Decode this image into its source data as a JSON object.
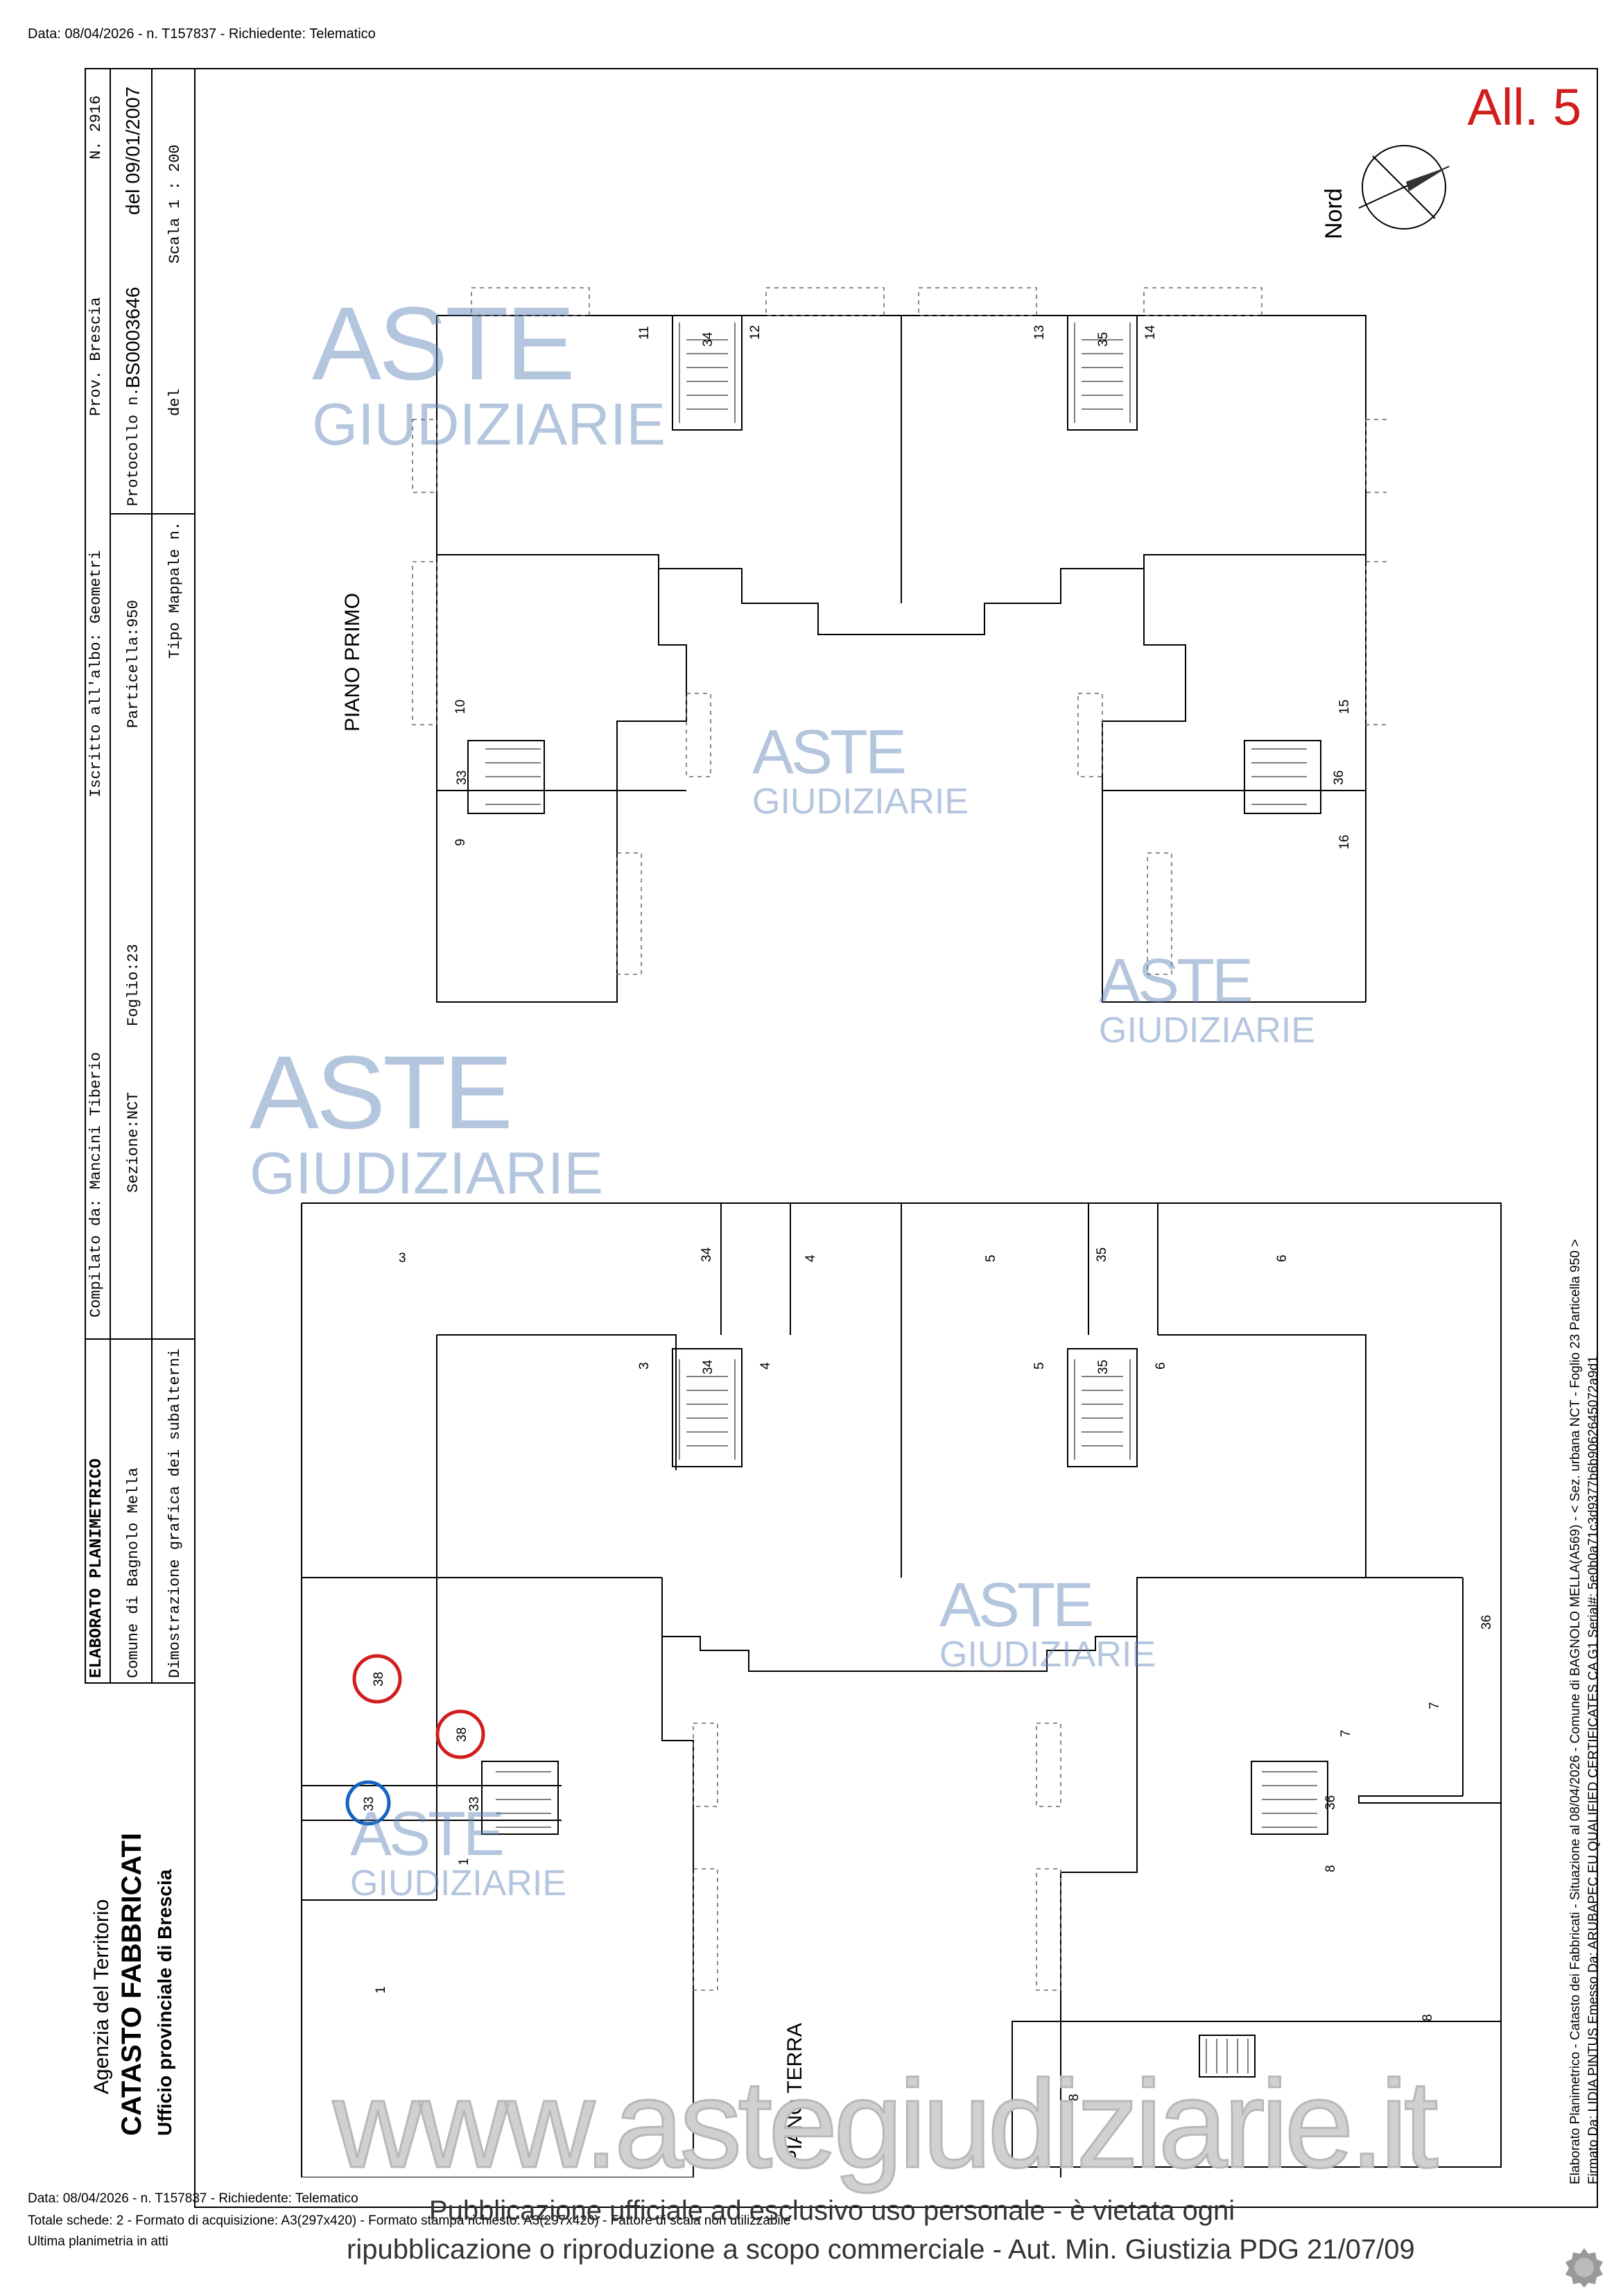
{
  "header_top": "Data: 08/04/2026 - n. T157837 - Richiedente: Telematico",
  "allegato": "All. 5",
  "north_label": "Nord",
  "title_block": {
    "agency": "Agenzia del Territorio",
    "catasto": "CATASTO FABBRICATI",
    "ufficio": "Ufficio provinciale di  Brescia",
    "doc_type": "ELABORATO PLANIMETRICO",
    "compilato": "Compilato da: Mancini Tiberio",
    "iscritto": "Iscritto all'albo: Geometri",
    "prov": "Prov. Brescia",
    "numero": "N.  2916",
    "comune": "Comune di Bagnolo Mella",
    "sezione": "Sezione:NCT",
    "foglio": "Foglio:23",
    "particella": "Particella:950",
    "protocollo": "Protocollo n.",
    "protocollo_num": "BS0003646",
    "protocollo_data": "del 09/01/2007",
    "dimostrazione": "Dimostrazione grafica dei subalterni",
    "tipo_mappale": "Tipo Mappale n.",
    "del": "del",
    "scala": "Scala 1 : 200"
  },
  "floors": {
    "primo": "PIANO PRIMO",
    "terra": "PIANO TERRA"
  },
  "plan_labels": {
    "primo": [
      "11",
      "34",
      "12",
      "13",
      "35",
      "14",
      "10",
      "33",
      "9",
      "15",
      "36",
      "16"
    ],
    "terra": [
      "3",
      "34",
      "4",
      "5",
      "35",
      "6",
      "3",
      "34",
      "4",
      "5",
      "35",
      "6",
      "36",
      "7",
      "7",
      "38",
      "38",
      "33",
      "33",
      "1",
      "1",
      "36",
      "8",
      "8",
      "8"
    ]
  },
  "watermark": {
    "brand": "ASTE",
    "sub": "GIUDIZIARIE",
    "site": "www.astegiudiziarie.it"
  },
  "right_margin": {
    "line1": "Elaborato Planimetrico - Catasto dei Fabbricati - Situazione al 08/04/2026 - Comune di BAGNOLO MELLA(A569) - < Sez. urbana NCT - Foglio 23 Particella 950 >",
    "line2": "Firmato Da: LIDIA PINTUS Emesso Da: ARUBAPEC EU QUALIFIED CERTIFICATES CA G1 Serial#: 5e0b0a71c3d9377b6b9062645072a9d1"
  },
  "footer": {
    "data": "Data: 08/04/2026 - n. T157837 - Richiedente: Telematico",
    "schede": "Totale schede: 2 - Formato di acquisizione: A3(297x420)  - Formato stampa richiesto: A3(297x420) - Fattore di scala non utilizzabile",
    "ultima": "Ultima planimetria in atti",
    "pub1": "Pubblicazione ufficiale ad esclusivo uso personale - è vietata ogni",
    "pub2": "ripubblicazione o riproduzione a scopo commerciale - Aut. Min. Giustizia PDG 21/07/09"
  },
  "colors": {
    "accent_red": "#d21d1d",
    "circle_blue": "#1565c0",
    "watermark_blue": "#5b7fb8"
  }
}
